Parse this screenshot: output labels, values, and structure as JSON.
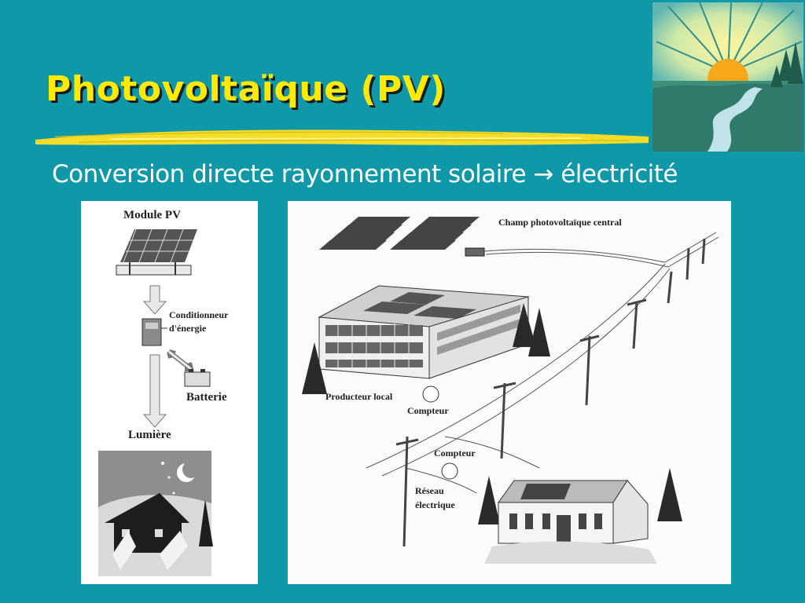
{
  "slide": {
    "title": "Photovoltaïque (PV)",
    "subtitle_main": "Conversion directe rayonnement solaire",
    "subtitle_arrow": "→",
    "subtitle_end": "électricité"
  },
  "left_diagram": {
    "module_label": "Module PV",
    "conditioner_line1": "Conditionneur",
    "conditioner_line2": "d'énergie",
    "battery_label": "Batterie",
    "light_label": "Lumière"
  },
  "right_diagram": {
    "central_field_label": "Champ photovoltaïque central",
    "local_producer_label": "Producteur local",
    "meter_label_1": "Compteur",
    "meter_label_2": "Compteur",
    "grid_label_line1": "Réseau",
    "grid_label_line2": "électrique"
  },
  "colors": {
    "background": "#0e98a8",
    "title": "#ffea00",
    "brush": "#f4dd2a"
  },
  "icons": [
    "sun-landscape-logo",
    "solar-panel-icon",
    "battery-icon",
    "house-night-icon"
  ]
}
